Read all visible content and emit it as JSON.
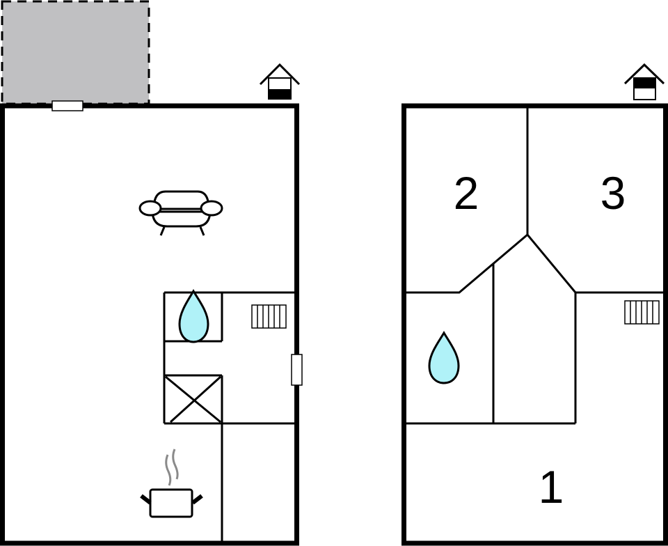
{
  "diagram": {
    "type": "floor-plan",
    "colors": {
      "wall": "#000000",
      "terrace": "#c0c0c2",
      "water": "#b0f2f8",
      "steam": "#8a8a8a",
      "background": "#ffffff"
    },
    "floors": [
      {
        "name": "ground-floor",
        "rooms": [
          "living-room",
          "bathroom",
          "utility",
          "kitchen"
        ],
        "icons": [
          "terrace",
          "window-top",
          "sofa-icon",
          "water-drop-icon",
          "radiator-icon",
          "window-right",
          "cross-box",
          "cooking-pot-icon",
          "house-ground-floor-icon"
        ]
      },
      {
        "name": "upper-floor",
        "rooms": [
          {
            "label": "2"
          },
          {
            "label": "3"
          },
          {
            "label": "1"
          }
        ],
        "icons": [
          "water-drop-icon",
          "radiator-icon",
          "house-upper-floor-icon"
        ]
      }
    ]
  }
}
